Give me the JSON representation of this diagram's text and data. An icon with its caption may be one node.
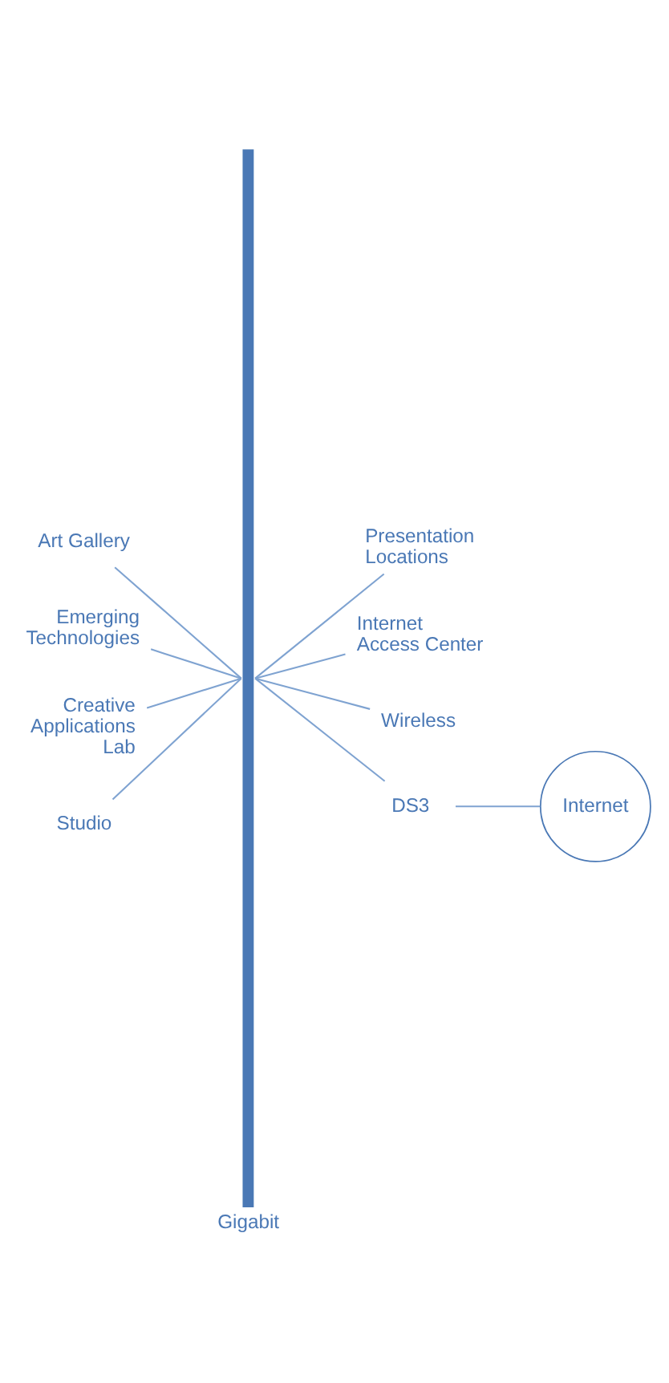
{
  "diagram": {
    "nodes": [
      {
        "text": [
          "Gigabit"
        ]
      },
      {
        "text": [
          "Presentation Locations"
        ]
      },
      {
        "text": [
          "Art Gallery"
        ]
      },
      {
        "text": [
          "Internet Access Center"
        ]
      },
      {
        "text": [
          "Emerging Technologies"
        ]
      },
      {
        "text": [
          "Wireless"
        ]
      },
      {
        "text": [
          "Creative Applications Lab"
        ]
      },
      {
        "text": [
          "Studio"
        ]
      },
      {
        "text": [
          "DS3"
        ]
      },
      {
        "text": [
          "Internet"
        ]
      }
    ],
    "edges": [
      {
        "from": 0,
        "to": 1,
        "arrow": "none"
      },
      {
        "from": 0,
        "to": 2,
        "arrow": "none"
      },
      {
        "from": 0,
        "to": 3,
        "arrow": "none"
      },
      {
        "from": 0,
        "to": 4,
        "arrow": "none"
      },
      {
        "from": 0,
        "to": 5,
        "arrow": "none"
      },
      {
        "from": 0,
        "to": 6,
        "arrow": "none"
      },
      {
        "from": 0,
        "to": 7,
        "arrow": "none"
      },
      {
        "from": 0,
        "to": 8,
        "arrow": "none"
      },
      {
        "from": 8,
        "to": 9,
        "arrow": "none"
      }
    ]
  }
}
